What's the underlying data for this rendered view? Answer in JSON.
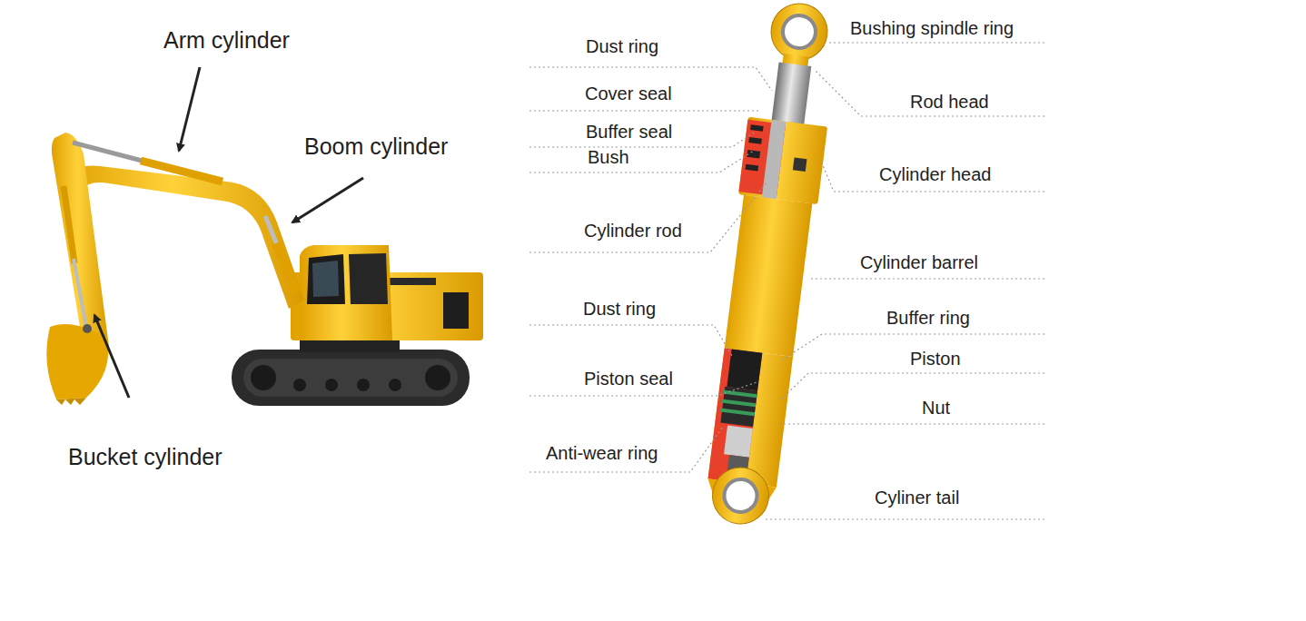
{
  "diagram": {
    "labels": [
      "Arm cylinder",
      "Boom cylinder",
      "Bucket cylinder",
      "Dust ring",
      "Cover seal",
      "Buffer seal",
      "Bush",
      "Cylinder rod",
      "Dust ring",
      "Piston seal",
      "Anti-wear ring",
      "Bushing spindle ring",
      "Rod head",
      "Cylinder head",
      "Cylinder barrel",
      "Buffer ring",
      "Piston",
      "Nut",
      "Cyliner tail"
    ]
  }
}
